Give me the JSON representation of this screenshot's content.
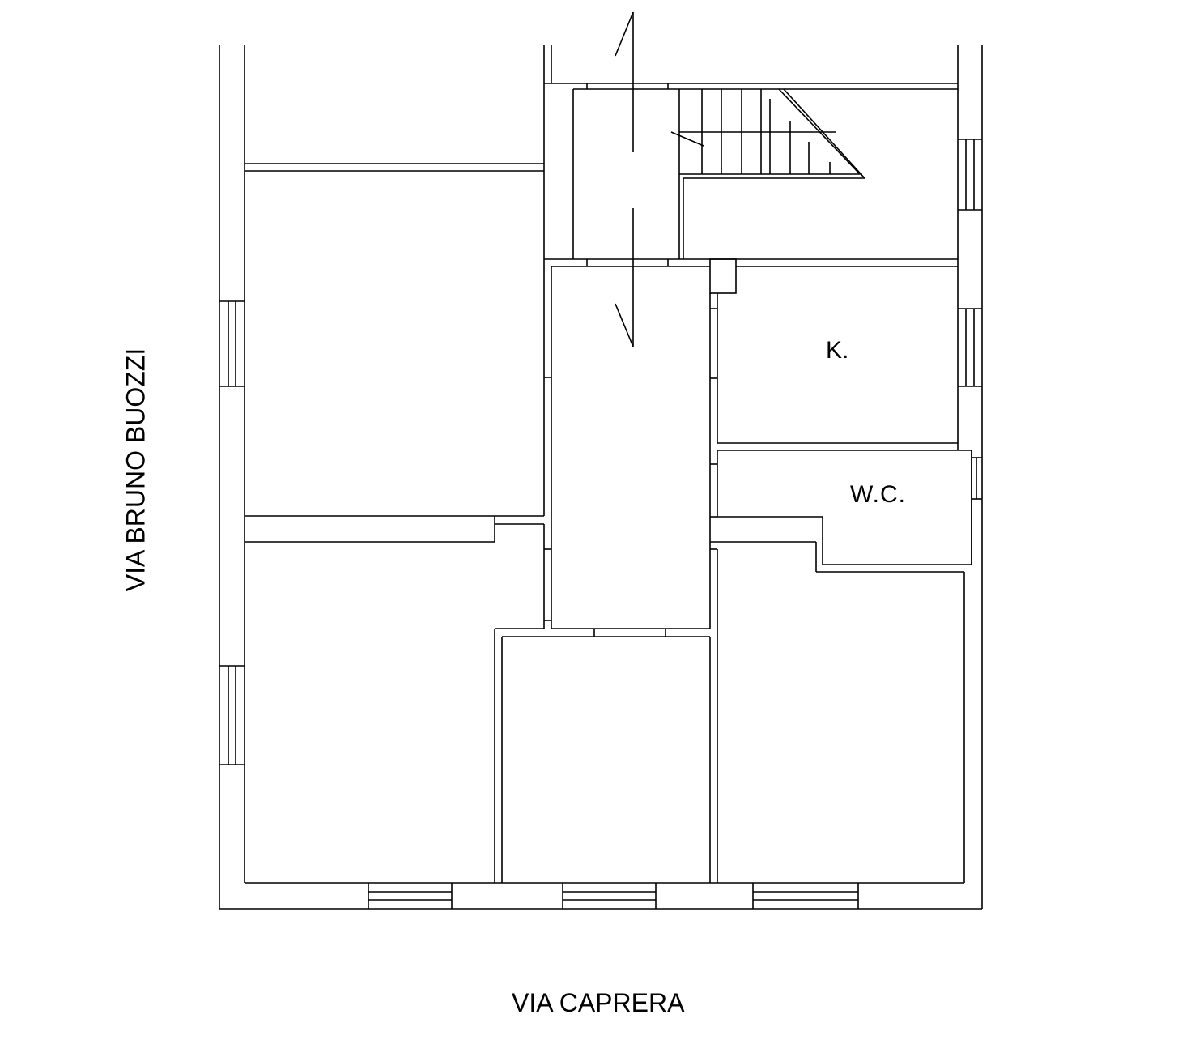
{
  "plan": {
    "rooms": [
      {
        "id": "kitchen",
        "label": "K."
      },
      {
        "id": "bathroom",
        "label": "W.C."
      }
    ],
    "streets": {
      "left": "VIA BRUNO BUOZZI",
      "bottom": "VIA CAPRERA"
    },
    "colors": {
      "line": "#000000",
      "background": "#ffffff"
    }
  }
}
